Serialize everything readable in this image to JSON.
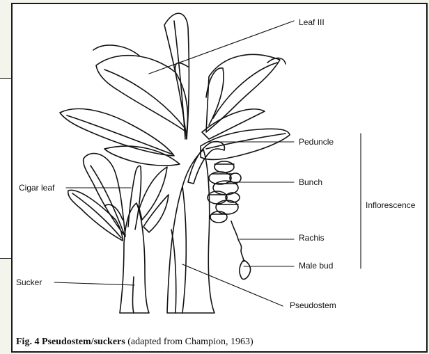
{
  "labels": {
    "leaf3": "Leaf III",
    "peduncle": "Peduncle",
    "cigar_leaf": "Cigar leaf",
    "bunch": "Bunch",
    "inflorescence": "Inflorescence",
    "rachis": "Rachis",
    "male_bud": "Male bud",
    "sucker": "Sucker",
    "pseudostem": "Pseudostem"
  },
  "caption": {
    "bold": "Fig. 4  Pseudostem/suckers",
    "normal": " (adapted from Champion, 1963)"
  }
}
